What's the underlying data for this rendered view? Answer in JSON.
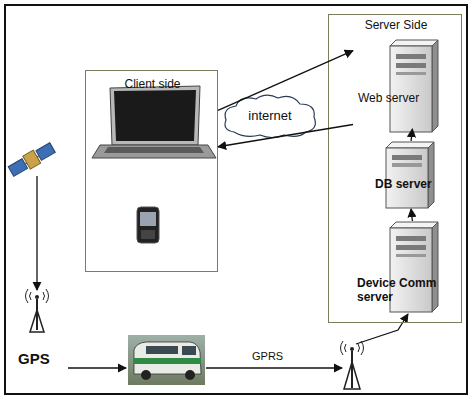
{
  "diagram": {
    "nodes": [
      {
        "text": [
          "Client side"
        ]
      },
      {
        "text": [
          "Server Side"
        ]
      },
      {
        "text": [
          "Web server"
        ],
        "in": 1
      },
      {
        "text": [
          "DB server"
        ],
        "in": 1
      },
      {
        "text": [
          "Device Comm server"
        ],
        "in": 1
      },
      {
        "text": [
          "internet"
        ]
      }
    ],
    "edges": [
      {
        "from": 0,
        "to": 2,
        "arrow": "to"
      },
      {
        "from": 2,
        "to": 0,
        "arrow": "to"
      },
      {
        "from": 4,
        "to": 3,
        "arrow": "to"
      },
      {
        "from": 3,
        "to": 2,
        "arrow": "to"
      }
    ],
    "labels": [
      "GPS",
      "GPRS"
    ]
  }
}
